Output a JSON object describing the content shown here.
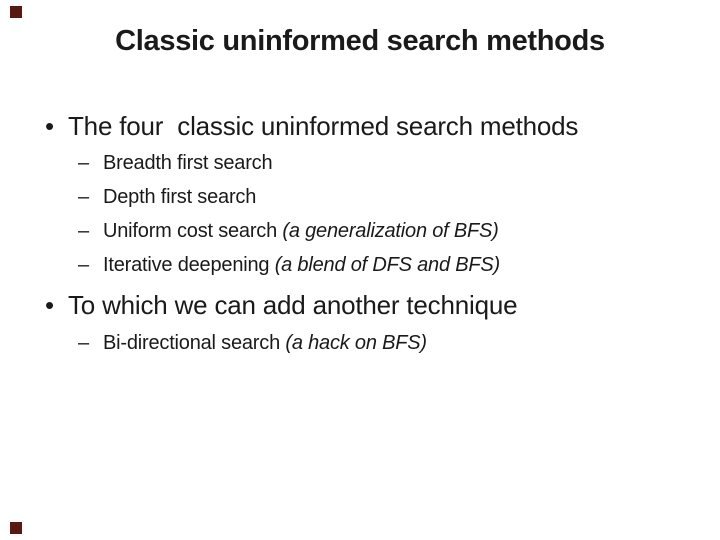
{
  "slide": {
    "title": "Classic uninformed search methods",
    "colors": {
      "background": "#ffffff",
      "text": "#1a1a1a",
      "corner_square": "#5a1812"
    },
    "content": [
      {
        "level": 1,
        "marker": "•",
        "text": "The four  classic uninformed search methods",
        "italic": ""
      },
      {
        "level": 2,
        "marker": "–",
        "text": "Breadth first search",
        "italic": ""
      },
      {
        "level": 2,
        "marker": "–",
        "text": "Depth first search",
        "italic": ""
      },
      {
        "level": 2,
        "marker": "–",
        "text": "Uniform cost search ",
        "italic": "(a generalization of BFS)"
      },
      {
        "level": 2,
        "marker": "–",
        "text": "Iterative deepening ",
        "italic": "(a blend of DFS and BFS)"
      },
      {
        "level": 1,
        "marker": "•",
        "text": "To which we can add another technique",
        "italic": ""
      },
      {
        "level": 2,
        "marker": "–",
        "text": "Bi-directional search ",
        "italic": "(a hack on BFS)"
      }
    ]
  }
}
